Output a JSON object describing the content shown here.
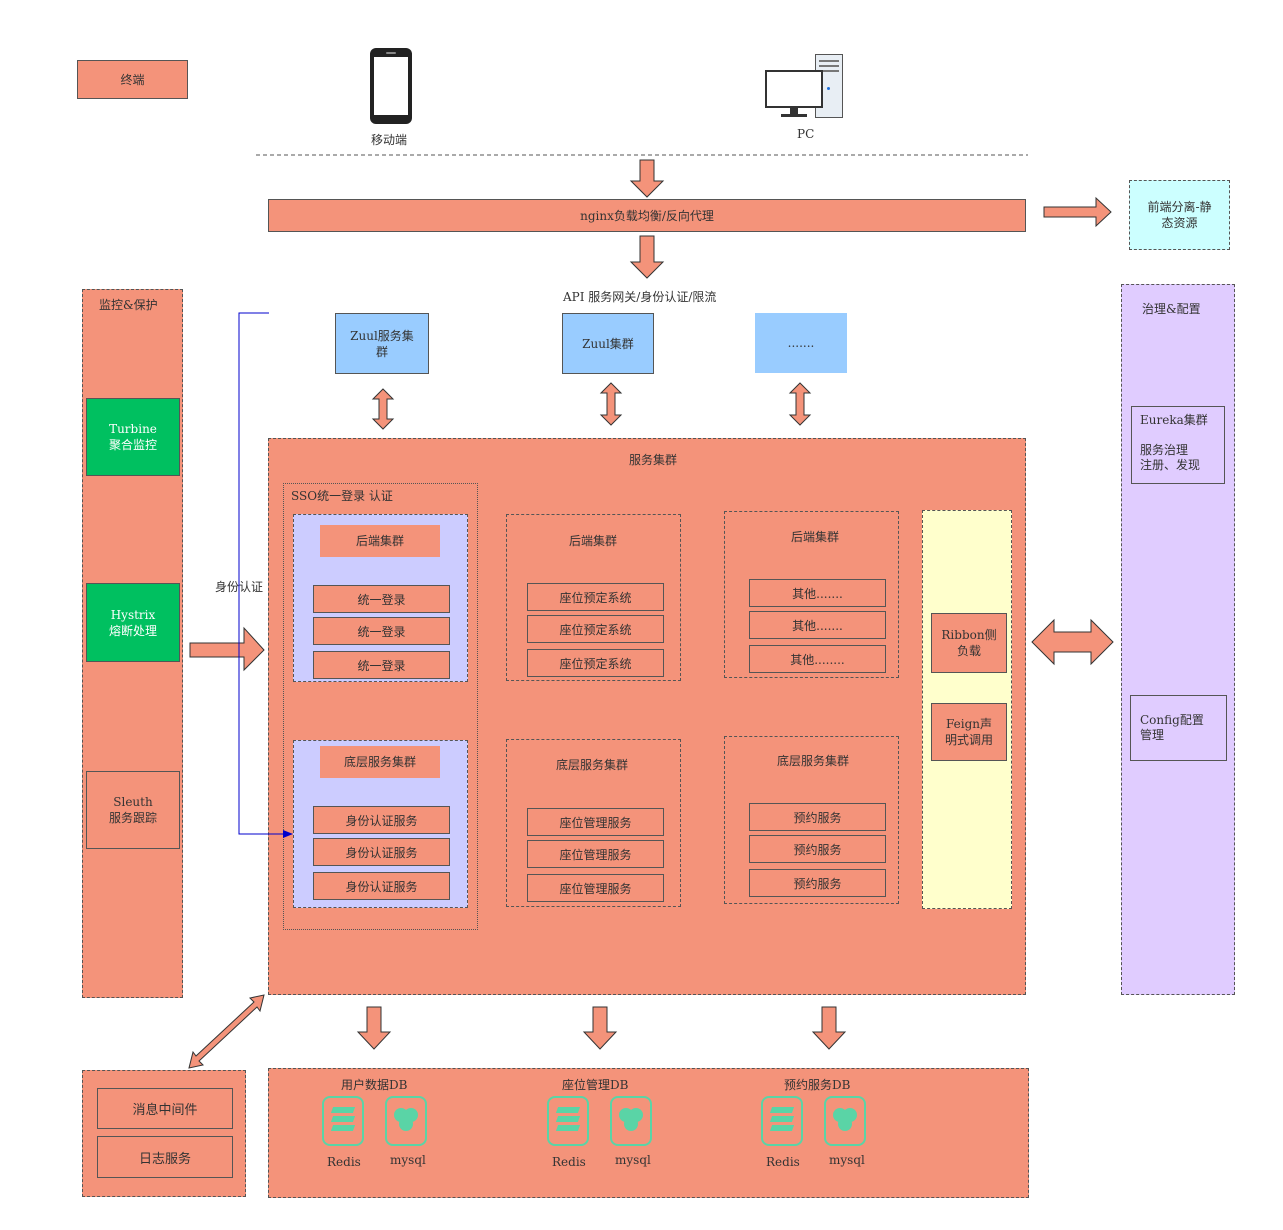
{
  "legend": {
    "terminal_label": "终端"
  },
  "clients": {
    "mobile_label": "移动端",
    "pc_label": "PC"
  },
  "nginx": {
    "label": "nginx负载均衡/反向代理"
  },
  "static_box": {
    "label": "前端分离-静\n态资源"
  },
  "gateway": {
    "title": "API 服务网关/身份认证/限流",
    "zuul1": "Zuul服务集\n群",
    "zuul2": "Zuul集群",
    "more": "......."
  },
  "monitor": {
    "title": "监控&保护",
    "turbine": "Turbine\n聚合监控",
    "hystrix": "Hystrix\n熔断处理",
    "sleuth": "Sleuth\n服务跟踪"
  },
  "auth_label": "身份认证",
  "governance": {
    "title": "治理&配置",
    "eureka": "Eureka集群\n\n服务治理\n注册、发现",
    "config": "Config配置\n管理"
  },
  "service_cluster": {
    "title": "服务集群",
    "sso_title": "SSO统一登录 认证",
    "col1_top_title": "后端集群",
    "col1_top_items": [
      "统一登录",
      "统一登录",
      "统一登录"
    ],
    "col1_bottom_title": "底层服务集群",
    "col1_bottom_items": [
      "身份认证服务",
      "身份认证服务",
      "身份认证服务"
    ],
    "col2_top_title": "后端集群",
    "col2_top_items": [
      "座位预定系统",
      "座位预定系统",
      "座位预定系统"
    ],
    "col2_bottom_title": "底层服务集群",
    "col2_bottom_items": [
      "座位管理服务",
      "座位管理服务",
      "座位管理服务"
    ],
    "col3_top_title": "后端集群",
    "col3_top_items": [
      "其他.......",
      "其他.......",
      "其他........"
    ],
    "col3_bottom_title": "底层服务集群",
    "col3_bottom_items": [
      "预约服务",
      "预约服务",
      "预约服务"
    ],
    "ribbon": "Ribbon侧\n负载",
    "feign": "Feign声\n明式调用"
  },
  "middleware": {
    "mq": "消息中间件",
    "log": "日志服务"
  },
  "databases": [
    {
      "title": "用户数据DB",
      "redis": "Redis",
      "mysql": "mysql"
    },
    {
      "title": "座位管理DB",
      "redis": "Redis",
      "mysql": "mysql"
    },
    {
      "title": "预约服务DB",
      "redis": "Redis",
      "mysql": "mysql"
    }
  ],
  "colors": {
    "salmon": "#f4937a",
    "green": "#00c060",
    "blue": "#99ccff",
    "lavender": "#ccccff",
    "purple": "#e0ccff",
    "cyan": "#ccffff",
    "yellow": "#ffffcc",
    "db_icon": "#5ad4a6"
  }
}
